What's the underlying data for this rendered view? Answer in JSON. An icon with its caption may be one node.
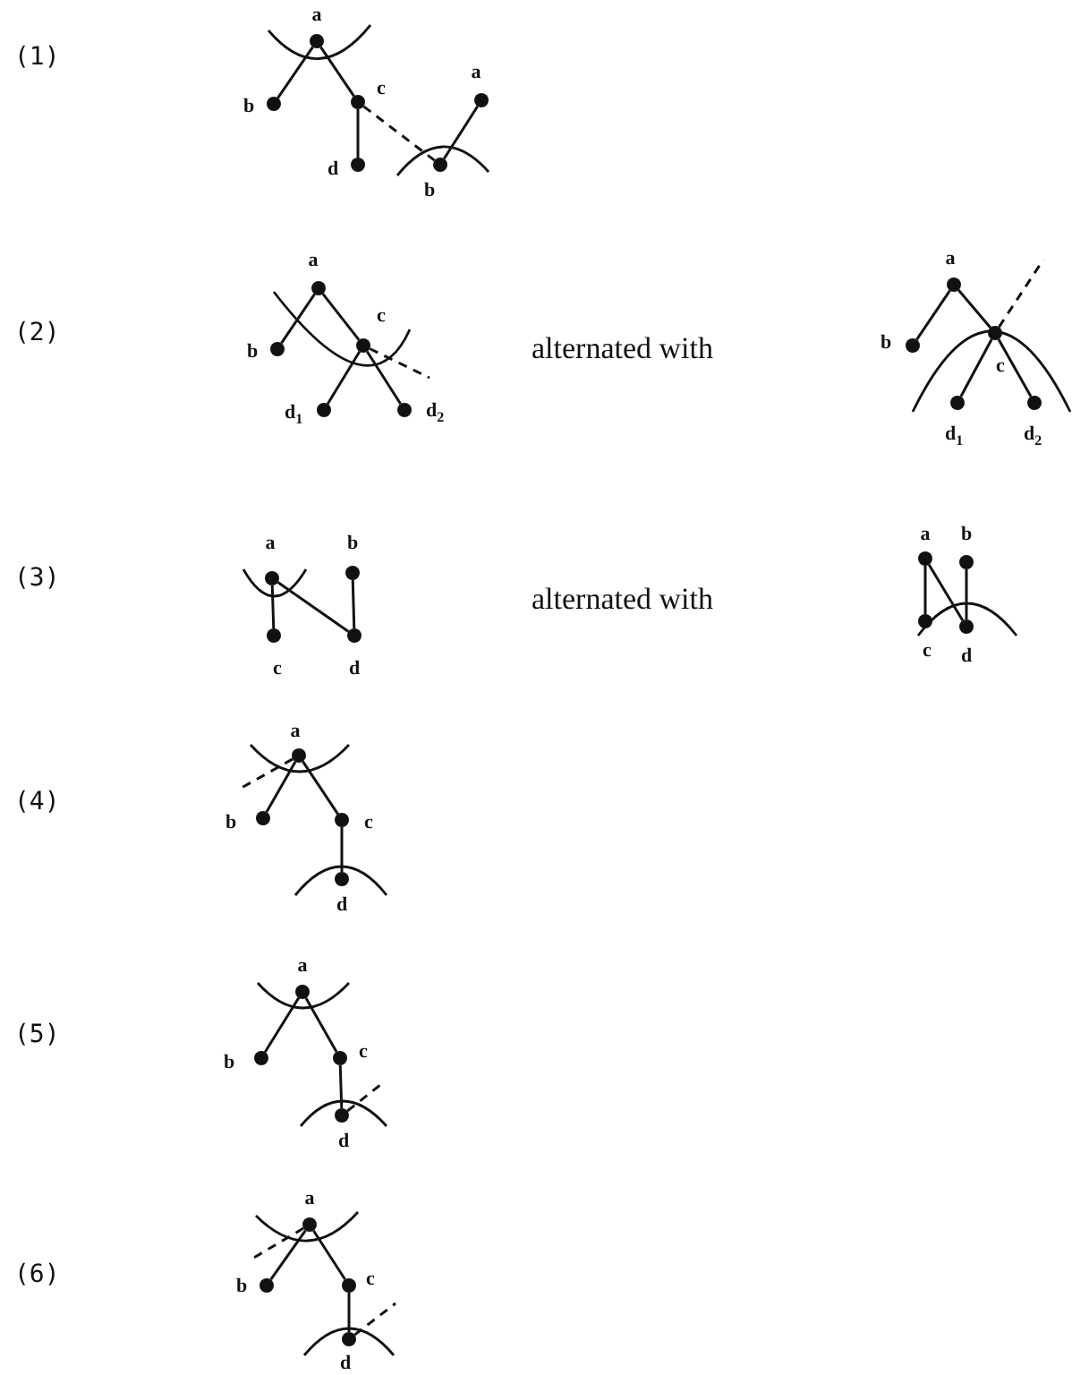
{
  "diagram": {
    "nodes": [
      {
        "text": [],
        "shape": "circle",
        "beside": [
          "a"
        ]
      },
      {
        "text": [],
        "shape": "circle",
        "beside": [
          "b"
        ]
      },
      {
        "text": [],
        "shape": "circle",
        "beside": [
          "c"
        ]
      },
      {
        "text": [],
        "shape": "circle",
        "beside": [
          "d"
        ]
      },
      {
        "text": [],
        "shape": "circle",
        "beside": [
          "b"
        ]
      },
      {
        "text": [],
        "shape": "circle",
        "beside": [
          "a"
        ]
      },
      {
        "text": [],
        "shape": "circle",
        "beside": [
          "a"
        ]
      },
      {
        "text": [],
        "shape": "circle",
        "beside": [
          "b"
        ]
      },
      {
        "text": [],
        "shape": "circle",
        "beside": [
          "c"
        ]
      },
      {
        "text": [],
        "shape": "circle",
        "beside": [
          "d$_{1}$"
        ]
      },
      {
        "text": [],
        "shape": "circle",
        "beside": [
          "d$_{2}$"
        ]
      },
      {
        "text": [],
        "shape": "circle",
        "beside": [
          "a"
        ]
      },
      {
        "text": [],
        "shape": "circle",
        "beside": [
          "b"
        ]
      },
      {
        "text": [],
        "shape": "circle",
        "beside": [
          "c"
        ]
      },
      {
        "text": [],
        "shape": "circle",
        "beside": [
          "d$_{1}$"
        ]
      },
      {
        "text": [],
        "shape": "circle",
        "beside": [
          "d$_{2}$"
        ]
      },
      {
        "text": [],
        "shape": "circle",
        "beside": [
          "a"
        ]
      },
      {
        "text": [],
        "shape": "circle",
        "beside": [
          "b"
        ]
      },
      {
        "text": [],
        "shape": "circle",
        "beside": [
          "c"
        ]
      },
      {
        "text": [],
        "shape": "circle",
        "beside": [
          "d"
        ]
      },
      {
        "text": [],
        "shape": "circle",
        "beside": [
          "a"
        ]
      },
      {
        "text": [],
        "shape": "circle",
        "beside": [
          "b"
        ]
      },
      {
        "text": [],
        "shape": "circle",
        "beside": [
          "c"
        ]
      },
      {
        "text": [],
        "shape": "circle",
        "beside": [
          "d"
        ]
      },
      {
        "text": [],
        "shape": "circle",
        "beside": [
          "a"
        ]
      },
      {
        "text": [],
        "shape": "circle",
        "beside": [
          "b"
        ]
      },
      {
        "text": [],
        "shape": "circle",
        "beside": [
          "c"
        ]
      },
      {
        "text": [],
        "shape": "circle",
        "beside": [
          "d"
        ]
      },
      {
        "text": [],
        "shape": "circle",
        "beside": [
          "a"
        ]
      },
      {
        "text": [],
        "shape": "circle",
        "beside": [
          "b"
        ]
      },
      {
        "text": [],
        "shape": "circle",
        "beside": [
          "c"
        ]
      },
      {
        "text": [],
        "shape": "circle",
        "beside": [
          "d"
        ]
      },
      {
        "text": [],
        "shape": "circle",
        "beside": [
          "a"
        ]
      },
      {
        "text": [],
        "shape": "circle",
        "beside": [
          "b"
        ]
      },
      {
        "text": [],
        "shape": "circle",
        "beside": [
          "c"
        ]
      },
      {
        "text": [],
        "shape": "circle",
        "beside": [
          "d"
        ]
      }
    ],
    "edges": [
      {
        "from": 0,
        "to": 1,
        "arrow": "none"
      },
      {
        "from": 0,
        "to": 2,
        "arrow": "none"
      },
      {
        "from": 2,
        "to": 3,
        "arrow": "none"
      },
      {
        "from": 2,
        "to": 4,
        "arrow": "none",
        "style": "dashed"
      },
      {
        "from": 4,
        "to": 5,
        "arrow": "none"
      },
      {
        "from": 6,
        "to": 7,
        "arrow": "none"
      },
      {
        "from": 6,
        "to": 8,
        "arrow": "none"
      },
      {
        "from": 8,
        "to": 9,
        "arrow": "none"
      },
      {
        "from": 8,
        "to": 10,
        "arrow": "none"
      },
      {
        "from": 8,
        "to": null,
        "arrow": "none",
        "style": "dashed"
      },
      {
        "from": 11,
        "to": 12,
        "arrow": "none"
      },
      {
        "from": 11,
        "to": 13,
        "arrow": "none"
      },
      {
        "from": 13,
        "to": 14,
        "arrow": "none"
      },
      {
        "from": 13,
        "to": 15,
        "arrow": "none"
      },
      {
        "from": 13,
        "to": null,
        "arrow": "none",
        "style": "dashed"
      },
      {
        "from": 16,
        "to": 18,
        "arrow": "none"
      },
      {
        "from": 16,
        "to": 19,
        "arrow": "none"
      },
      {
        "from": 17,
        "to": 19,
        "arrow": "none"
      },
      {
        "from": 20,
        "to": 22,
        "arrow": "none"
      },
      {
        "from": 20,
        "to": 23,
        "arrow": "none"
      },
      {
        "from": 21,
        "to": 23,
        "arrow": "none"
      },
      {
        "from": 24,
        "to": 25,
        "arrow": "none"
      },
      {
        "from": 24,
        "to": 26,
        "arrow": "none"
      },
      {
        "from": 26,
        "to": 27,
        "arrow": "none"
      },
      {
        "from": 24,
        "to": null,
        "arrow": "none",
        "style": "dashed"
      },
      {
        "from": 28,
        "to": 29,
        "arrow": "none"
      },
      {
        "from": 28,
        "to": 30,
        "arrow": "none"
      },
      {
        "from": 30,
        "to": 31,
        "arrow": "none"
      },
      {
        "from": 31,
        "to": null,
        "arrow": "none",
        "style": "dashed"
      },
      {
        "from": 32,
        "to": 33,
        "arrow": "none"
      },
      {
        "from": 32,
        "to": 34,
        "arrow": "none"
      },
      {
        "from": 34,
        "to": 35,
        "arrow": "none"
      },
      {
        "from": 32,
        "to": null,
        "arrow": "none",
        "style": "dashed"
      },
      {
        "from": 35,
        "to": null,
        "arrow": "none",
        "style": "dashed"
      }
    ],
    "labels": [
      "(1)",
      "(2)",
      "alternated with",
      "(3)",
      "alternated with",
      "(4)",
      "(5)",
      "(6)"
    ]
  }
}
